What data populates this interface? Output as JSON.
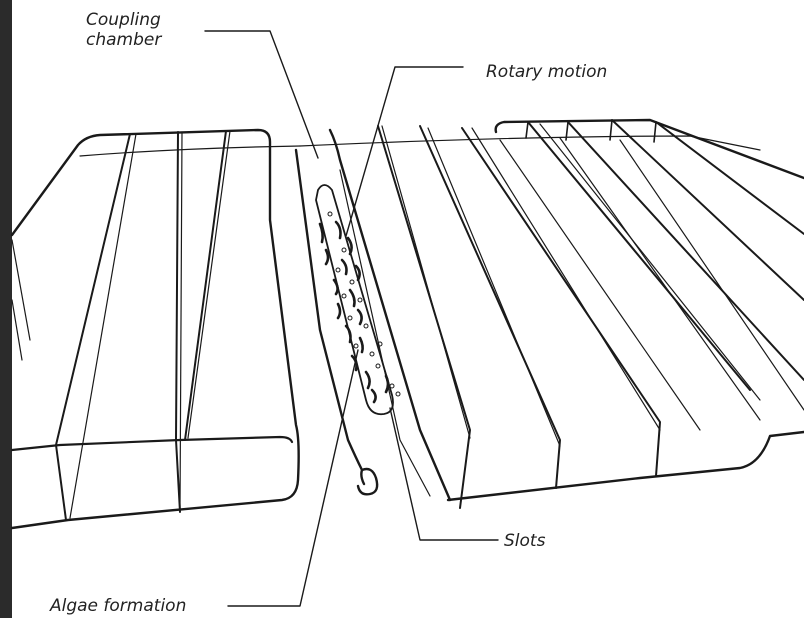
{
  "labels": {
    "coupling_chamber_line1": "Coupling",
    "coupling_chamber_line2": "chamber",
    "rotary_motion": "Rotary motion",
    "slots": "Slots",
    "algae_formation": "Algae formation"
  },
  "colors": {
    "line": "#1a1a1a",
    "text": "#222222",
    "background": "#ffffff",
    "left_bar": "#2b2b2b"
  },
  "icons": [
    "algae-particle-icon",
    "bubble-icon"
  ]
}
